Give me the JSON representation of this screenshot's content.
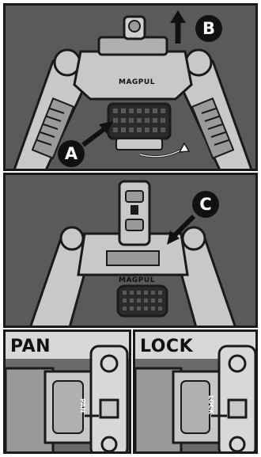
{
  "panel_top": {
    "callout_a": "A",
    "callout_b": "B",
    "brand": "MAGPUL"
  },
  "panel_middle": {
    "callout_c": "C",
    "brand": "MAGPUL"
  },
  "panel_pan": {
    "title": "PAN",
    "knob_mark": "PAN"
  },
  "panel_lock": {
    "title": "LOCK",
    "knob_mark": "LOCK"
  },
  "colors": {
    "background": "#5a5a5a",
    "part_light": "#c8c8c8",
    "part_mid": "#9a9a9a",
    "outline": "#1a1a1a",
    "callout": "#111111"
  }
}
